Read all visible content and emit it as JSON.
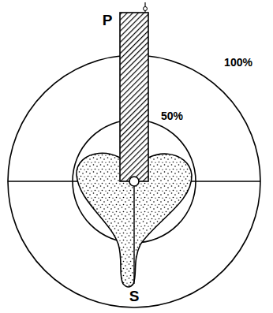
{
  "diagram": {
    "labels": [
      "P",
      "50%",
      "100%",
      "S"
    ]
  }
}
